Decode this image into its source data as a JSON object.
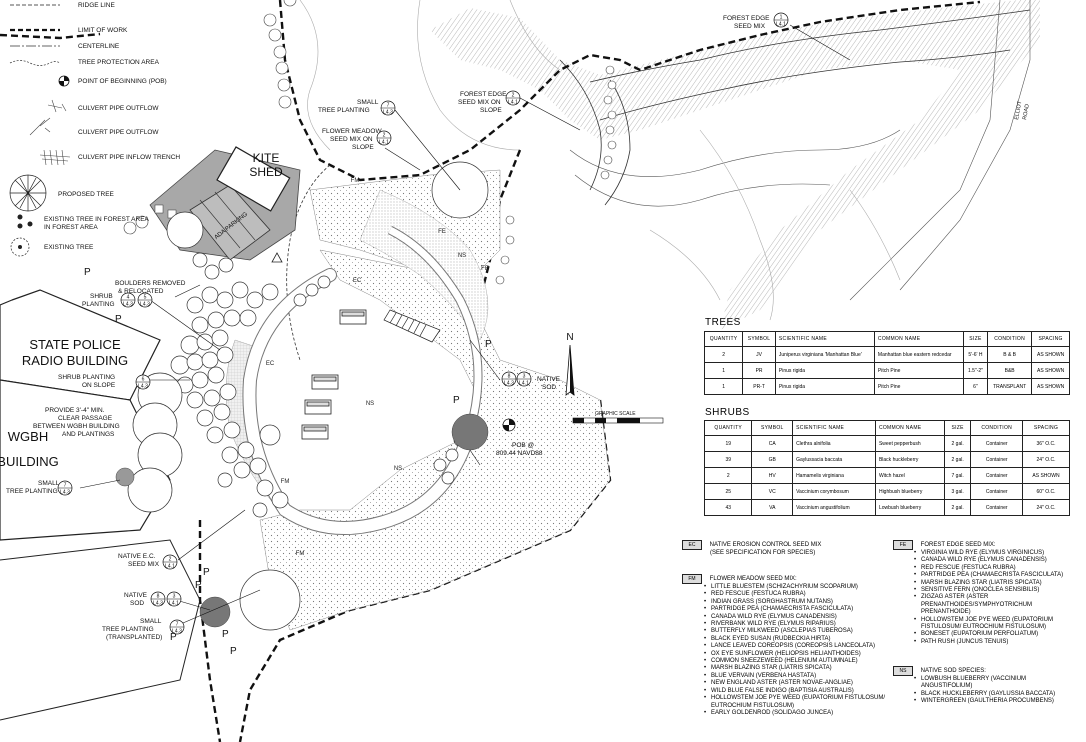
{
  "legend": {
    "items": [
      "RIDGE LINE",
      "LIMIT OF WORK",
      "CENTERLINE",
      "TREE PROTECTION AREA",
      "POINT OF BEGINNING (POB)",
      "CULVERT PIPE OUTFLOW",
      "CULVERT PIPE OUTFLOW",
      "CULVERT PIPE INFLOW TRENCH",
      "PROPOSED TREE",
      "EXISTING TREE IN FOREST AREA",
      "EXISTING TREE"
    ]
  },
  "buildings": {
    "kite_shed": [
      "KITE",
      "SHED"
    ],
    "state_police": [
      "STATE POLICE",
      "RADIO BUILDING"
    ],
    "wgbh": [
      "WGBH",
      "BUILDING"
    ],
    "ada_parking": "ADA PARKING"
  },
  "callouts": {
    "forest_edge_top": [
      "FOREST EDGE",
      "SEED MIX"
    ],
    "forest_edge_top_tag": [
      "1",
      "L4.1"
    ],
    "forest_edge_slope": [
      "FOREST EDGE",
      "SEED MIX ON",
      "SLOPE"
    ],
    "forest_edge_slope_tag": [
      "2",
      "L4.1"
    ],
    "small_tree_top": [
      "SMALL",
      "TREE PLANTING"
    ],
    "small_tree_top_tag": [
      "7",
      "L4.3"
    ],
    "flower_meadow": [
      "FLOWER MEADOW",
      "SEED MIX ON",
      "SLOPE"
    ],
    "flower_meadow_tag": [
      "2",
      "L4.1"
    ],
    "boulders": [
      "BOULDERS REMOVED",
      "& RELOCATED"
    ],
    "shrub_planting": [
      "SHRUB",
      "PLANTING"
    ],
    "shrub_planting_tags": [
      "4",
      "L4.3",
      "5",
      "L4.3"
    ],
    "shrub_slope": [
      "SHRUB PLANTING",
      "ON SLOPE"
    ],
    "shrub_slope_tag": [
      "6",
      "L4.3"
    ],
    "provide": [
      "PROVIDE 3'-4\" MIN.",
      "CLEAR PASSAGE",
      "BETWEEN WGBH BUILDING",
      "AND PLANTINGS"
    ],
    "small_tree_left": [
      "SMALL",
      "TREE PLANTING"
    ],
    "small_tree_left_tag": [
      "7",
      "L4.3"
    ],
    "native_ec": [
      "NATIVE E.C.",
      "SEED MIX"
    ],
    "native_ec_tag": [
      "2",
      "L4.1"
    ],
    "native_sod_bottom": [
      "NATIVE",
      "SOD"
    ],
    "native_sod_bottom_tags": [
      "8",
      "L4.3",
      "3",
      "L4.1"
    ],
    "small_tree_transplanted": [
      "SMALL",
      "TREE PLANTING",
      "(TRANSPLANTED)"
    ],
    "small_tree_transplanted_tag": [
      "7",
      "L4.3"
    ],
    "native_sod_right": [
      "NATIVE",
      "SOD"
    ],
    "native_sod_right_tags": [
      "8",
      "L4.3",
      "3",
      "L4.1"
    ],
    "pob": [
      "POB @",
      "809.44 NAVD88"
    ],
    "elliot_road": [
      "ELLIOT",
      "ROAD"
    ]
  },
  "zones": [
    "FM",
    "EC",
    "FE",
    "NS",
    "FE",
    "NS",
    "NS",
    "FM",
    "EC",
    "FM"
  ],
  "parking_marks": [
    "P",
    "P",
    "P",
    "P",
    "P",
    "P",
    "P",
    "P",
    "P"
  ],
  "north_arrow": "N",
  "graphic_scale": "GRAPHIC SCALE",
  "trees_table": {
    "title": "TREES",
    "headers": [
      "QUANTITY",
      "SYMBOL",
      "SCIENTIFIC NAME",
      "COMMON NAME",
      "SIZE",
      "CONDITION",
      "SPACING"
    ],
    "rows": [
      [
        "2",
        "JV",
        "Juniperus virginiana 'Manhattan Blue'",
        "Manhattan blue eastern redcedar",
        "5'-6' H",
        "B & B",
        "AS SHOWN"
      ],
      [
        "1",
        "PR",
        "Pinus rigida",
        "Pitch Pine",
        "1.5\"-2\"",
        "B&B",
        "AS SHOWN"
      ],
      [
        "1",
        "PR-T",
        "Pinus rigida",
        "Pitch Pine",
        "6\"",
        "TRANSPLANT",
        "AS SHOWN"
      ]
    ]
  },
  "shrubs_table": {
    "title": "SHRUBS",
    "headers": [
      "QUANTITY",
      "SYMBOL",
      "SCIENTIFIC NAME",
      "COMMON NAME",
      "SIZE",
      "CONDITION",
      "SPACING"
    ],
    "rows": [
      [
        "19",
        "CA",
        "Clethra alnifolia",
        "Sweet pepperbush",
        "2 gal.",
        "Container",
        "36\" O.C."
      ],
      [
        "39",
        "GB",
        "Gaylussacia baccata",
        "Black huckleberry",
        "2 gal.",
        "Container",
        "24\" O.C."
      ],
      [
        "2",
        "HV",
        "Hamamelis virginiana",
        "Witch hazel",
        "7 gal.",
        "Container",
        "AS SHOWN"
      ],
      [
        "25",
        "VC",
        "Vaccinium corymbosum",
        "Highbush blueberry",
        "3 gal.",
        "Container",
        "60\" O.C."
      ],
      [
        "43",
        "VA",
        "Vaccinium angustifolium",
        "Lowbush blueberry",
        "2 gal.",
        "Container",
        "24\" O.C."
      ]
    ]
  },
  "seed_mixes": {
    "ec": {
      "key": "EC",
      "lines": [
        "NATIVE EROSION CONTROL SEED MIX",
        "(SEE SPECIFICATION FOR SPECIES)"
      ]
    },
    "fm": {
      "key": "FM",
      "header": "FLOWER MEADOW SEED MIX:",
      "items": [
        "LITTLE BLUESTEM (SCHIZACHYRIUM SCOPARIUM)",
        "RED FESCUE (FESTUCA RUBRA)",
        "INDIAN GRASS (SORGHASTRUM NUTANS)",
        "PARTRIDGE PEA (CHAMAECRISTA FASCICULATA)",
        "CANADA WILD RYE (ELYMUS CANADENSIS)",
        "RIVERBANK WILD RYE (ELYMUS RIPARIUS)",
        "BUTTERFLY MILKWEED (ASCLEPIAS TUBEROSA)",
        "BLACK EYED SUSAN (RUDBECKIA HIRTA)",
        "LANCE LEAVED COREOPSIS (COREOPSIS LANCEOLATA)",
        "OX EYE SUNFLOWER (HELIOPSIS HELIANTHOIDES)",
        "COMMON SNEEZEWEED (HELENIUM AUTUMNALE)",
        "MARSH BLAZING STAR (LIATRIS SPICATA)",
        "BLUE VERVAIN (VERBENA HASTATA)",
        "NEW ENGLAND ASTER (ASTER NOVAE-ANGLIAE)",
        "WILD BLUE FALSE INDIGO (BAPTISIA AUSTRALIS)",
        "HOLLOWSTEM JOE PYE WEED (EUPATORIUM FISTULOSUM/ EUTROCHIUM FISTULOSUM)",
        "EARLY GOLDENROD (SOLIDAGO JUNCEA)"
      ]
    },
    "fe": {
      "key": "FE",
      "header": "FOREST EDGE SEED MIX:",
      "items": [
        "VIRGINIA WILD RYE (ELYMUS VIRGINICUS)",
        "CANADA WILD RYE (ELYMUS CANADENSIS)",
        "RED FESCUE (FESTUCA RUBRA)",
        "PARTRIDGE PEA (CHAMAECRISTA FASCICULATA)",
        "MARSH BLAZING STAR (LIATRIS SPICATA)",
        "SENSITIVE FERN (ONOCLEA SENSIBILIS)",
        "ZIGZAG ASTER (ASTER PRENANTHOIDES/SYMPHYOTRICHUM PRENANTHOIDE)",
        "HOLLOWSTEM JOE PYE WEED (EUPATORIUM FISTULOSUM/ EUTROCHIUM FISTULOSUM)",
        "BONESET (EUPATORIUM PERFOLIATUM)",
        "PATH RUSH (JUNCUS TENUIS)"
      ]
    },
    "ns": {
      "key": "NS",
      "header": "NATIVE SOD SPECIES:",
      "items": [
        "LOWBUSH BLUEBERRY (VACCINIUM ANGUSTIFOLIUM)",
        "BLACK HUCKLEBERRY (GAYLUSSIA BACCATA)",
        "WINTERGREEN (GAULTHERIA PROCUMBENS)"
      ]
    }
  }
}
